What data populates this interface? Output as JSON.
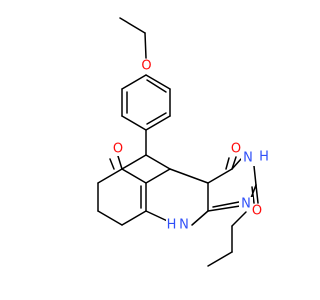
{
  "molecule": {
    "atoms": {
      "ether_o": {
        "text": "O",
        "color": "#ff0d0d"
      },
      "ketone_o": {
        "text": "O",
        "color": "#ff0d0d"
      },
      "c4_o": {
        "text": "O",
        "color": "#ff0d0d"
      },
      "c2_o": {
        "text": "O",
        "color": "#ff0d0d"
      },
      "n3": {
        "text": "N",
        "color": "#3050f8"
      },
      "n3_h": {
        "text": "H",
        "color": "#3050f8"
      },
      "n10": {
        "text": "N",
        "color": "#3050f8"
      },
      "n10_h": {
        "text": "H",
        "color": "#3050f8"
      },
      "n1": {
        "text": "N",
        "color": "#3050f8"
      }
    },
    "bond_color": "#000000",
    "background": "#ffffff"
  }
}
